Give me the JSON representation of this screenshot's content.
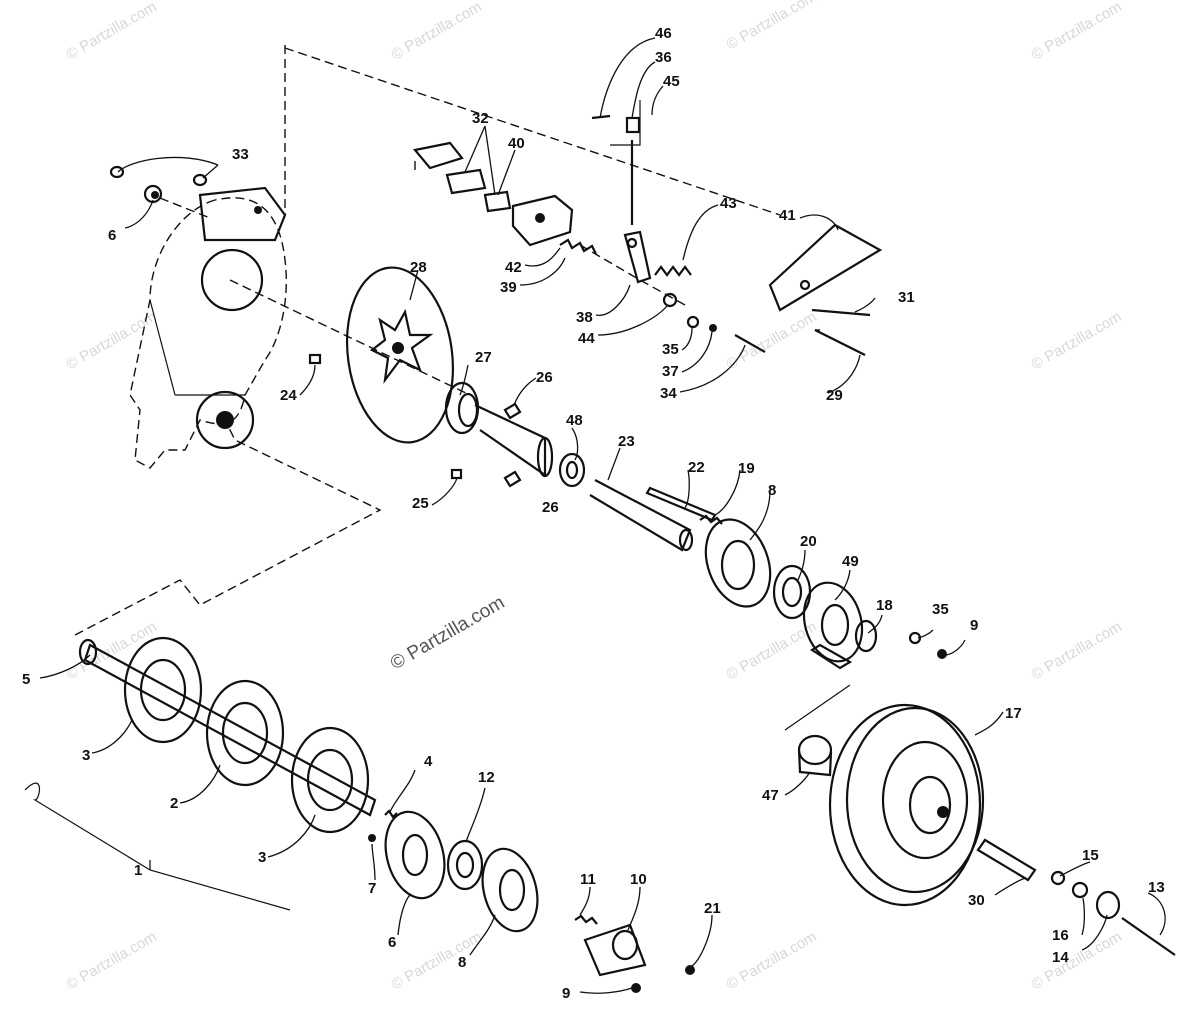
{
  "watermark": "© Partzilla.com",
  "callouts": [
    "46",
    "36",
    "45",
    "32",
    "40",
    "33",
    "6",
    "43",
    "41",
    "42",
    "39",
    "31",
    "38",
    "44",
    "28",
    "27",
    "26",
    "35",
    "37",
    "34",
    "29",
    "24",
    "48",
    "23",
    "22",
    "19",
    "25",
    "8",
    "20",
    "49",
    "18",
    "35",
    "9",
    "5",
    "3",
    "2",
    "4",
    "12",
    "17",
    "47",
    "3",
    "1",
    "7",
    "6",
    "11",
    "10",
    "15",
    "30",
    "13",
    "8",
    "21",
    "16",
    "14",
    "9"
  ],
  "colors": {
    "ink": "#111111",
    "watermark": "#d8d8d8",
    "background": "#ffffff"
  }
}
